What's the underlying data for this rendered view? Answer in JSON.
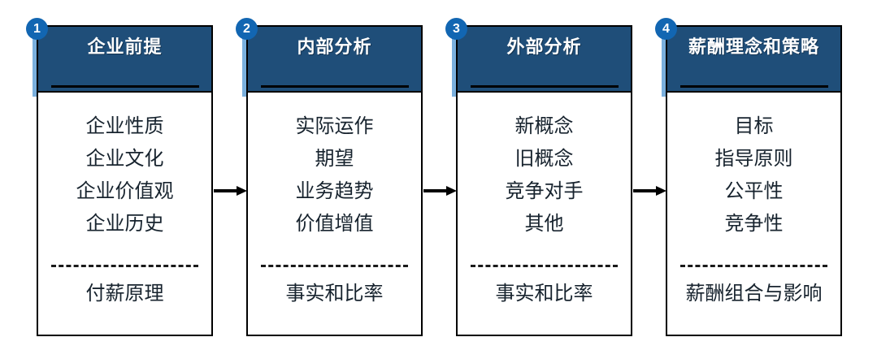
{
  "diagram": {
    "type": "process-flow",
    "title": "",
    "colors": {
      "header_fill": "#1f4e79",
      "header_plate": "#7ab0de",
      "badge_fill": "#1266b2",
      "outline": "#000000",
      "body_fill": "#ffffff",
      "item_text": "#17232e",
      "header_text": "#ffffff"
    },
    "columns": [
      {
        "number": "1",
        "title": "企业前提",
        "items_upper": [
          "企业性质",
          "企业文化",
          "企业价值观",
          "企业历史"
        ],
        "items_lower": [
          "付薪原理"
        ]
      },
      {
        "number": "2",
        "title": "内部分析",
        "items_upper": [
          "实际运作",
          "期望",
          "业务趋势",
          "价值增值"
        ],
        "items_lower": [
          "事实和比率"
        ]
      },
      {
        "number": "3",
        "title": "外部分析",
        "items_upper": [
          "新概念",
          "旧概念",
          "竞争对手",
          "其他"
        ],
        "items_lower": [
          "事实和比率"
        ]
      },
      {
        "number": "4",
        "title": "薪酬理念和策略",
        "items_upper": [
          "目标",
          "指导原则",
          "公平性",
          "竞争性"
        ],
        "items_lower": [
          "薪酬组合与影响"
        ]
      }
    ],
    "connectors": [
      {
        "from": "1",
        "to": "2",
        "icon": "arrow-right-icon"
      },
      {
        "from": "2",
        "to": "3",
        "icon": "arrow-right-icon"
      },
      {
        "from": "3",
        "to": "4",
        "icon": "arrow-right-icon"
      }
    ]
  }
}
